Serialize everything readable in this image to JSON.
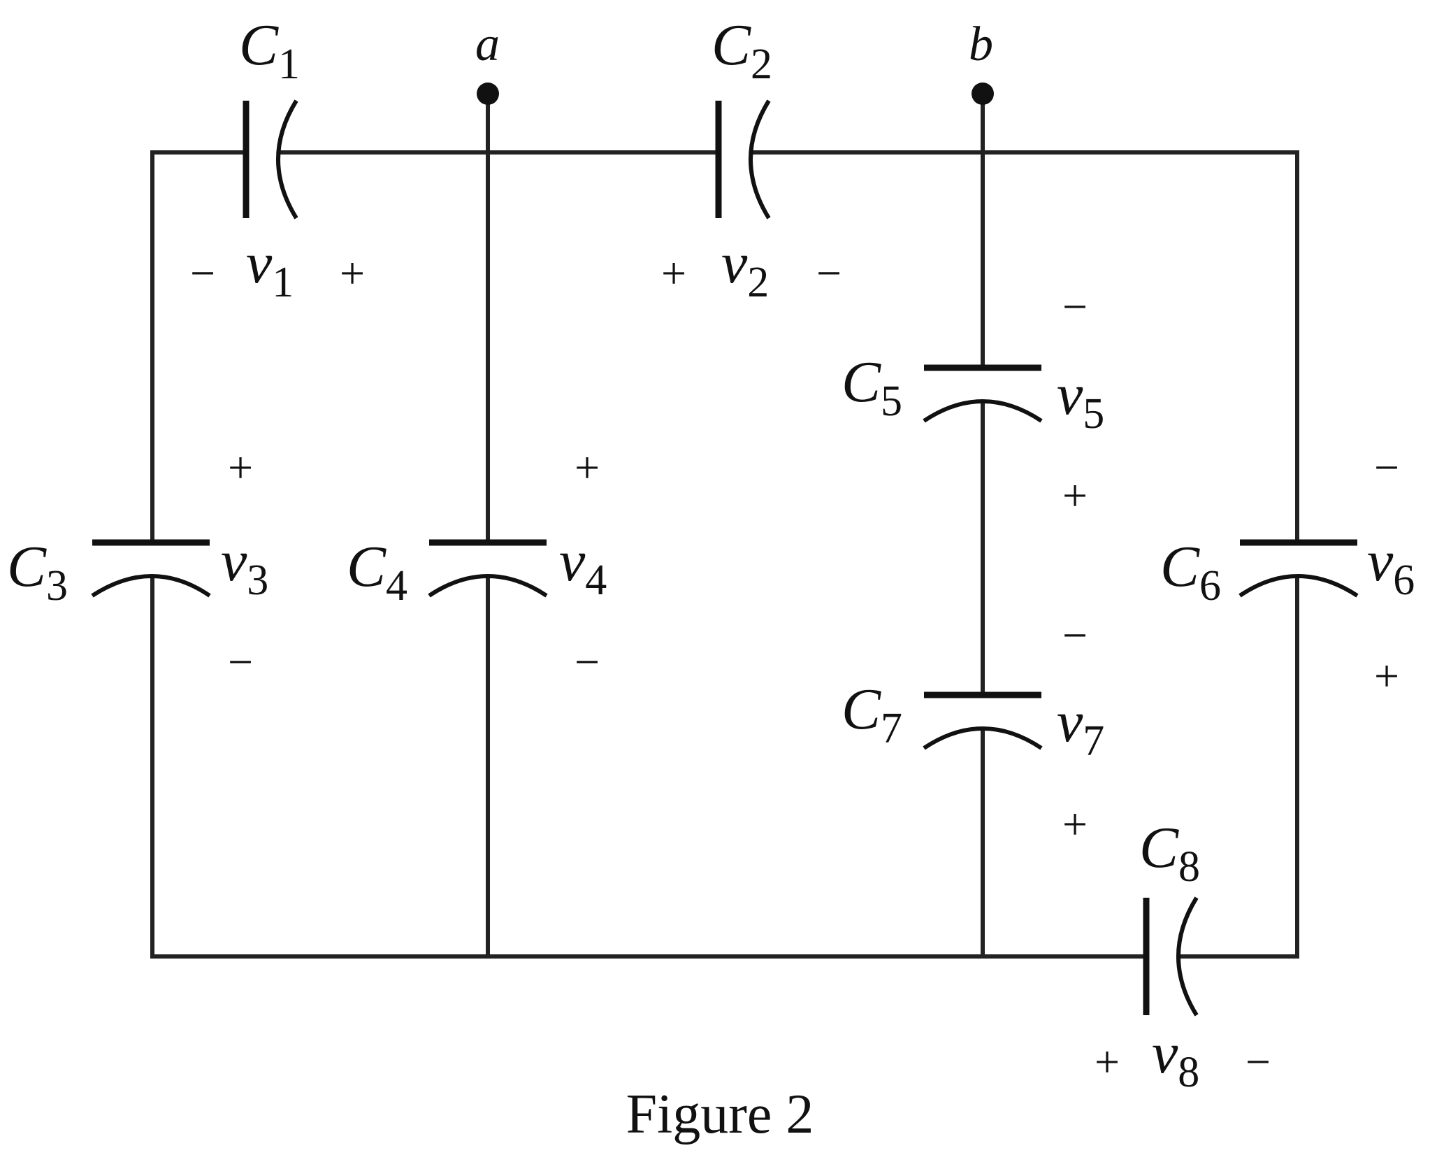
{
  "nodes": {
    "a": "a",
    "b": "b"
  },
  "capacitors": [
    {
      "id": "C1",
      "label": "C",
      "sub": "1",
      "v": "v",
      "vsub": "1",
      "neg": "−",
      "pos": "+"
    },
    {
      "id": "C2",
      "label": "C",
      "sub": "2",
      "v": "v",
      "vsub": "2",
      "neg": "−",
      "pos": "+"
    },
    {
      "id": "C3",
      "label": "C",
      "sub": "3",
      "v": "v",
      "vsub": "3",
      "neg": "−",
      "pos": "+"
    },
    {
      "id": "C4",
      "label": "C",
      "sub": "4",
      "v": "v",
      "vsub": "4",
      "neg": "−",
      "pos": "+"
    },
    {
      "id": "C5",
      "label": "C",
      "sub": "5",
      "v": "v",
      "vsub": "5",
      "neg": "−",
      "pos": "+"
    },
    {
      "id": "C6",
      "label": "C",
      "sub": "6",
      "v": "v",
      "vsub": "6",
      "neg": "−",
      "pos": "+"
    },
    {
      "id": "C7",
      "label": "C",
      "sub": "7",
      "v": "v",
      "vsub": "7",
      "neg": "−",
      "pos": "+"
    },
    {
      "id": "C8",
      "label": "C",
      "sub": "8",
      "v": "v",
      "vsub": "8",
      "neg": "−",
      "pos": "+"
    }
  ],
  "caption": "Figure 2"
}
